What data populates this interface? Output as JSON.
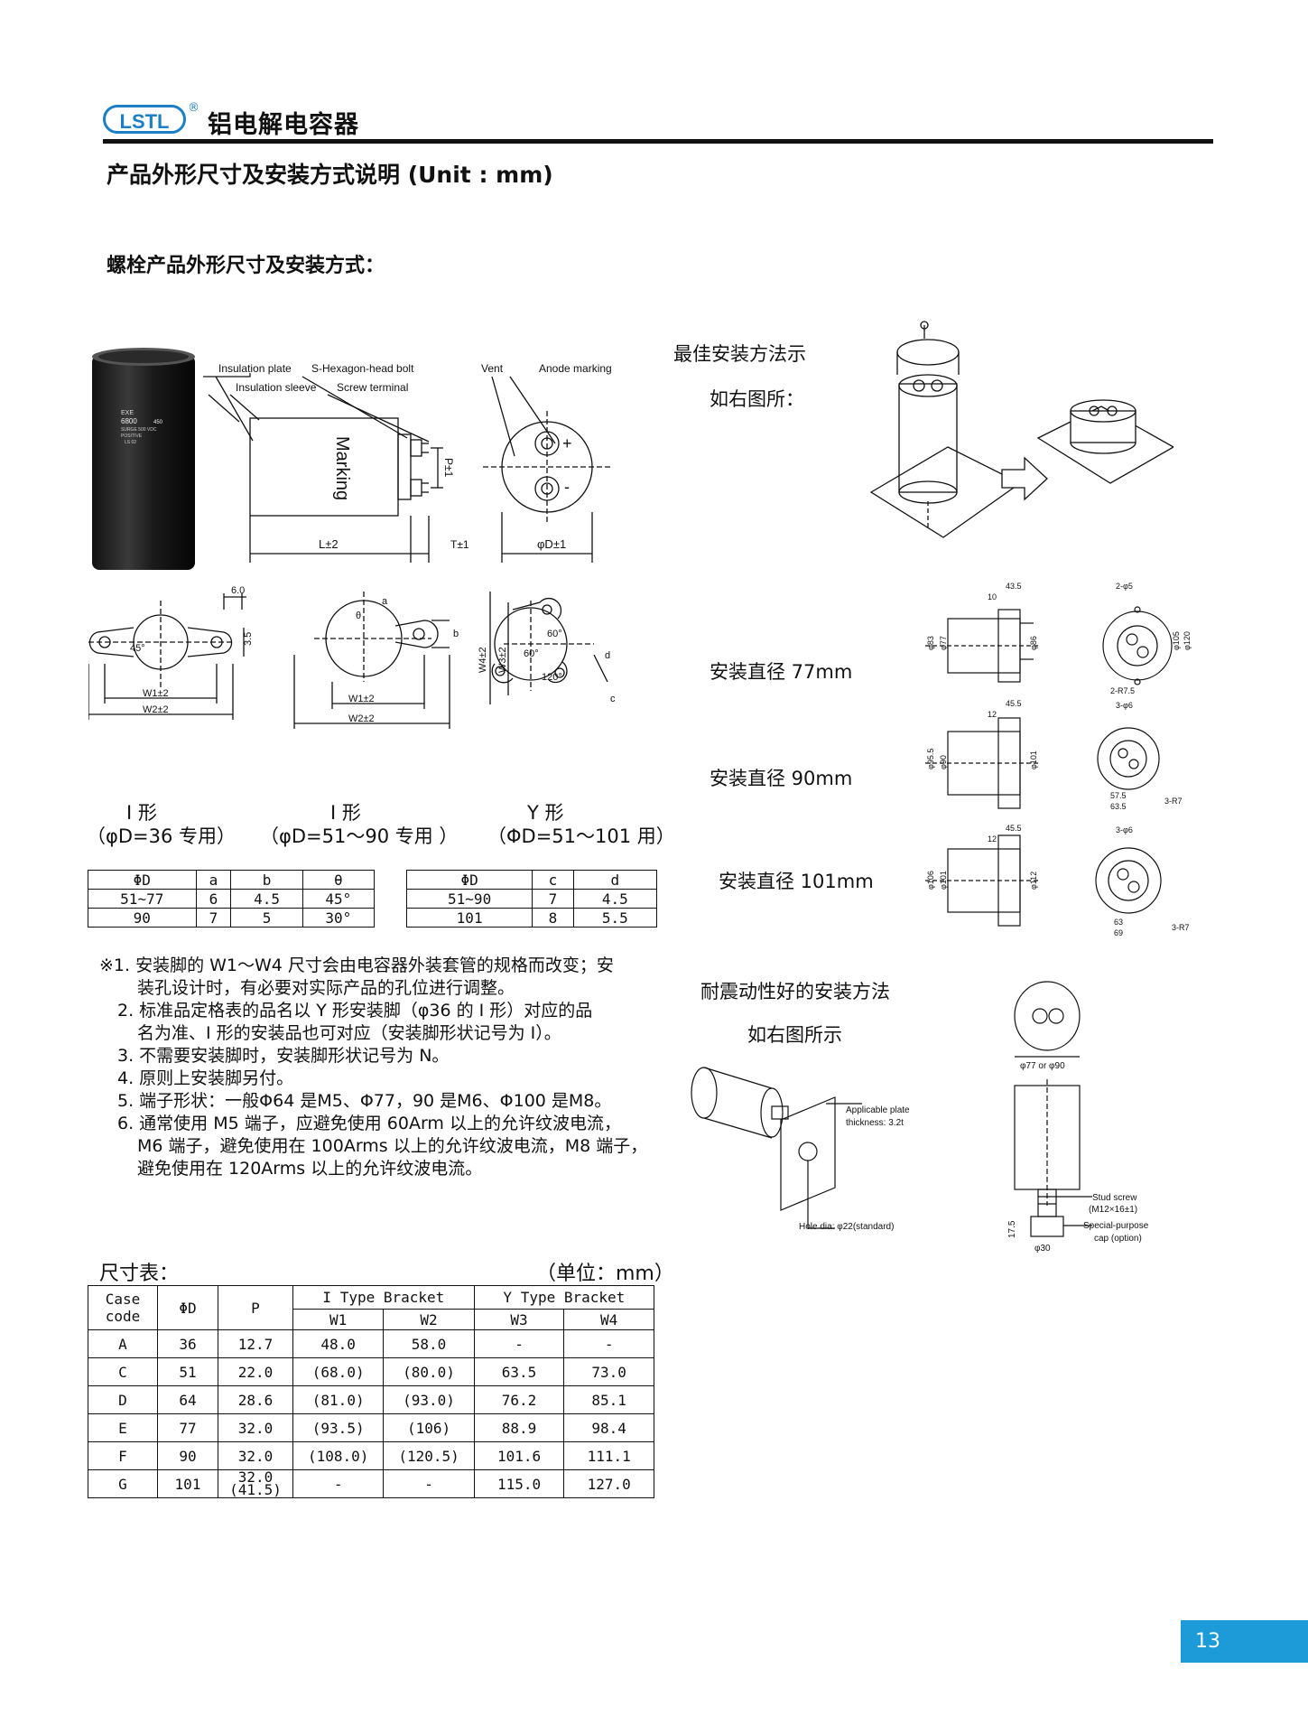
{
  "header": {
    "logo_text": "LSTL",
    "reg_mark": "®",
    "brand_title": "铝电解电容器"
  },
  "page_title": "产品外形尺寸及安装方式说明 (Unit : mm)",
  "section_title": "螺栓产品外形尺寸及安装方式：",
  "photo": {
    "lines": [
      "EXE",
      "6800",
      "450",
      "SURGE 500 VDC",
      "POSITIVE",
      "LS 02"
    ]
  },
  "drawing_labels": {
    "insulation_plate": "Insulation plate",
    "hex_bolt": "S-Hexagon-head bolt",
    "vent": "Vent",
    "anode_marking": "Anode marking",
    "insulation_sleeve": "Insulation sleeve",
    "screw_terminal": "Screw terminal",
    "marking": "Marking",
    "L": "L±2",
    "T": "T±1",
    "D": "φD±1",
    "P": "P±1",
    "plus": "+",
    "minus": "-"
  },
  "bracket_labels": {
    "dim_60": "6.0",
    "dim_35": "3.5",
    "deg45": "45°",
    "W1": "W1±2",
    "W2": "W2±2",
    "theta": "θ",
    "a": "a",
    "b": "b",
    "W3": "W3±2",
    "W4": "W4±2",
    "deg60a": "60°",
    "deg60b": "60°",
    "deg120": "120°",
    "c": "c",
    "d": "d"
  },
  "shape_labels": [
    {
      "name": "Ⅰ 形",
      "desc": "（φD=36 专用）"
    },
    {
      "name": "Ⅰ 形",
      "desc": "（φD=51～90 专用 ）"
    },
    {
      "name": "Y 形",
      "desc": "（ΦD=51～101 用）"
    }
  ],
  "table_i": {
    "headers": [
      "ΦD",
      "a",
      "b",
      "θ"
    ],
    "rows": [
      [
        "51~77",
        "6",
        "4.5",
        "45°"
      ],
      [
        "90",
        "7",
        "5",
        "30°"
      ]
    ]
  },
  "table_y": {
    "headers": [
      "ΦD",
      "c",
      "d"
    ],
    "rows": [
      [
        "51~90",
        "7",
        "4.5"
      ],
      [
        "101",
        "8",
        "5.5"
      ]
    ]
  },
  "notes": [
    "※1. 安装脚的 W1～W4 尺寸会由电容器外装套管的规格而改变；安",
    "装孔设计时，有必要对实际产品的孔位进行调整。",
    "2. 标准品定格表的品名以 Y 形安装脚（φ36 的 Ⅰ 形）对应的品",
    "名为准、Ⅰ 形的安装品也可对应（安装脚形状记号为 Ⅰ）。",
    "3. 不需要安装脚时，安装脚形状记号为 N。",
    "4. 原则上安装脚另付。",
    "5. 端子形状：一般Φ64 是M5、Φ77，90 是M6、Φ100 是M8。",
    "6. 通常使用 M5 端子，应避免使用 60Arm 以上的允许纹波电流，",
    "M6 端子，避免使用在 100Arms 以上的允许纹波电流，M8 端子，",
    "避免使用在 120Arms 以上的允许纹波电流。"
  ],
  "dim_table": {
    "title": "尺寸表：",
    "unit": "（单位：mm）",
    "h_case": "Case code",
    "h_d": "ΦD",
    "h_p": "P",
    "h_i": "I Type Bracket",
    "h_y": "Y Type Bracket",
    "h_w1": "W1",
    "h_w2": "W2",
    "h_w3": "W3",
    "h_w4": "W4",
    "rows": [
      [
        "A",
        "36",
        "12.7",
        "48.0",
        "58.0",
        "-",
        "-"
      ],
      [
        "C",
        "51",
        "22.0",
        "(68.0)",
        "(80.0)",
        "63.5",
        "73.0"
      ],
      [
        "D",
        "64",
        "28.6",
        "(81.0)",
        "(93.0)",
        "76.2",
        "85.1"
      ],
      [
        "E",
        "77",
        "32.0",
        "(93.5)",
        "(106)",
        "88.9",
        "98.4"
      ],
      [
        "F",
        "90",
        "32.0",
        "(108.0)",
        "(120.5)",
        "101.6",
        "111.1"
      ],
      [
        "G",
        "101",
        "32.0\n(41.5)",
        "-",
        "-",
        "115.0",
        "127.0"
      ]
    ]
  },
  "right": {
    "best_title": "最佳安装方法示",
    "best_sub": "如右图所：",
    "d77": "安装直径 77mm",
    "d90": "安装直径 90mm",
    "d101": "安装直径 101mm",
    "shock_title": "耐震动性好的安装方法",
    "shock_sub": "如右图所示",
    "plate": "Applicable plate",
    "plate2": "thickness: 3.2t",
    "hole": "Hole dia: φ22(standard)",
    "d7790": "φ77 or φ90",
    "stud": "Stud screw",
    "stud2": "(M12×16±1)",
    "cap": "Special-purpose",
    "cap2": "cap (option)",
    "d30": "φ30",
    "d175": "17.5"
  },
  "views": {
    "v77": [
      "43.5",
      "10",
      "φ83",
      "φ77",
      "φ86",
      "2-φ5",
      "φ105",
      "φ120",
      "2-R7.5"
    ],
    "v90": [
      "45.5",
      "12",
      "φ95.5",
      "φ90",
      "φ101",
      "3-φ6",
      "57.5",
      "63.5",
      "3-R7"
    ],
    "v101": [
      "45.5",
      "12",
      "φ106",
      "φ101",
      "φ112",
      "3-φ6",
      "63",
      "69",
      "3-R7"
    ]
  },
  "page_number": "13"
}
